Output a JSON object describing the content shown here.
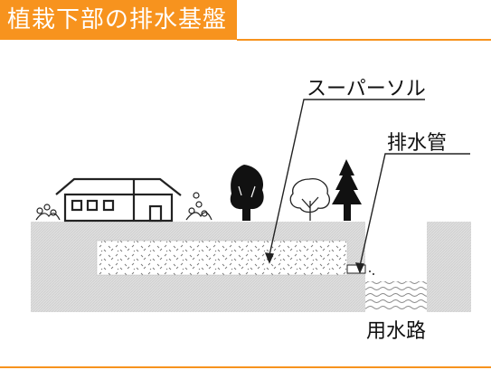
{
  "title": "植栽下部の排水基盤",
  "labels": {
    "super_soil": "スーパーソル",
    "drain_pipe": "排水管",
    "waterway": "用水路"
  },
  "colors": {
    "accent": "#f7931e",
    "ground": "#d9d9d9",
    "soil_pattern": "#ffffff"
  }
}
